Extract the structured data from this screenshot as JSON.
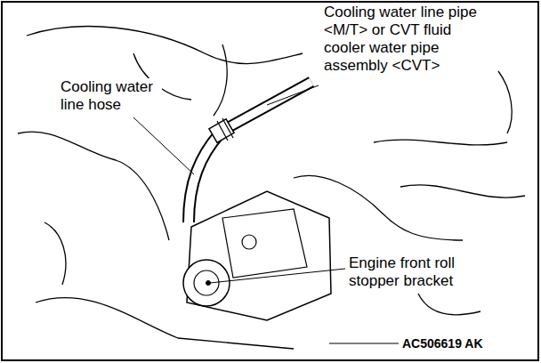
{
  "diagram": {
    "labels": [
      "Cooling water line pipe <M/T> or CVT fluid cooler water pipe assembly <CVT>",
      "Cooling water line hose",
      "Engine front roll stopper bracket",
      "AC506619 AK"
    ]
  }
}
